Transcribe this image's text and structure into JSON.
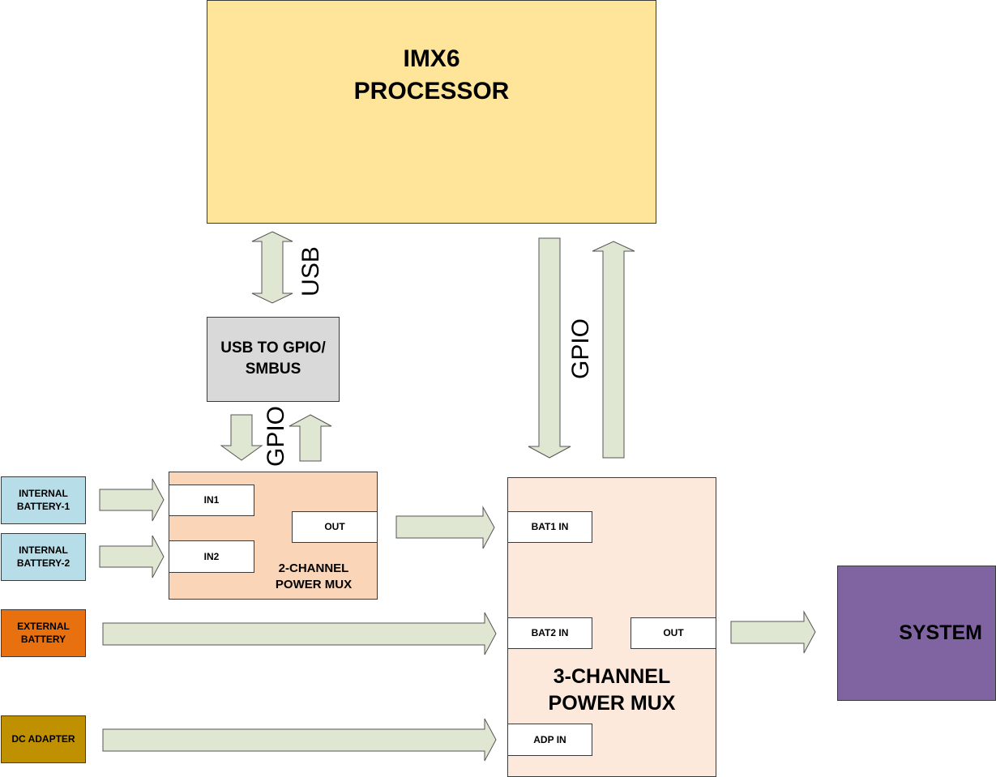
{
  "processor": {
    "line1": "IMX6",
    "line2": "PROCESSOR",
    "color": "#FFE599"
  },
  "usb_gpio_bridge": {
    "line1": "USB TO GPIO/",
    "line2": "SMBUS",
    "color": "#D9D9D9"
  },
  "mux2": {
    "title_line1": "2-CHANNEL",
    "title_line2": "POWER MUX",
    "color": "#FBD5B8",
    "in1": "IN1",
    "in2": "IN2",
    "out": "OUT"
  },
  "mux3": {
    "title_line1": "3-CHANNEL",
    "title_line2": "POWER MUX",
    "color": "#FCE9DC",
    "bat1_in": "BAT1 IN",
    "bat2_in": "BAT2 IN",
    "adp_in": "ADP IN",
    "out": "OUT"
  },
  "sources": {
    "internal_battery_1": {
      "line1": "INTERNAL",
      "line2": "BATTERY-1",
      "color": "#B7DDE8"
    },
    "internal_battery_2": {
      "line1": "INTERNAL",
      "line2": "BATTERY-2",
      "color": "#B7DDE8"
    },
    "external_battery": {
      "line1": "EXTERNAL",
      "line2": "BATTERY",
      "color": "#E8700F"
    },
    "dc_adapter": {
      "label": "DC ADAPTER",
      "color": "#BF9000"
    }
  },
  "system": {
    "label": "SYSTEM",
    "color": "#8064A2"
  },
  "links": {
    "usb": "USB",
    "gpio_bridge": "GPIO",
    "gpio_processor": "GPIO"
  },
  "arrow_fill": "#DFE6D2"
}
